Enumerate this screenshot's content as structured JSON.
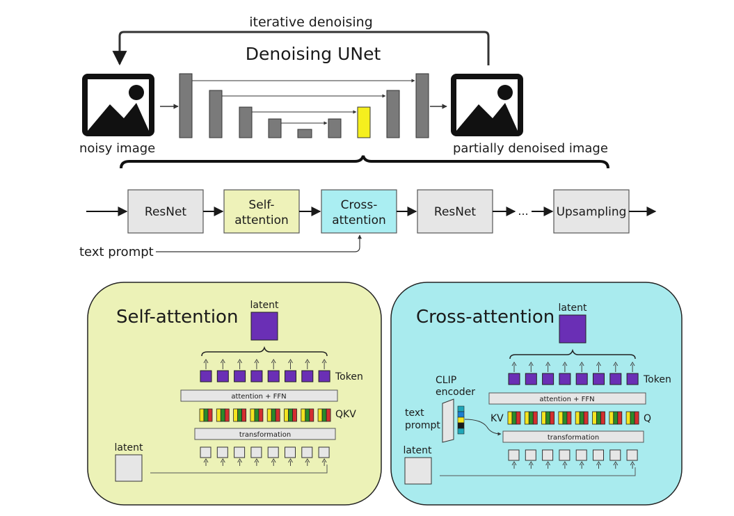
{
  "top": {
    "loop_label": "iterative denoising",
    "unet_title": "Denoising UNet",
    "input_label": "noisy image",
    "output_label": "partially denoised image"
  },
  "pipeline": {
    "blocks": [
      {
        "key": "resnet1",
        "lines": [
          "ResNet"
        ],
        "fill": "#e6e6e6"
      },
      {
        "key": "self",
        "lines": [
          "Self-",
          "attention"
        ],
        "fill": "#eef2b9"
      },
      {
        "key": "cross",
        "lines": [
          "Cross-",
          "attention"
        ],
        "fill": "#aaeef2"
      },
      {
        "key": "resnet2",
        "lines": [
          "ResNet"
        ],
        "fill": "#e6e6e6"
      },
      {
        "key": "up",
        "lines": [
          "Upsampling"
        ],
        "fill": "#e6e6e6"
      }
    ],
    "ellipsis": "...",
    "text_prompt": "text prompt"
  },
  "self_panel": {
    "title": "Self-attention",
    "latent_top": "latent",
    "latent_bottom": "latent",
    "token_label": "Token",
    "qkv_label": "QKV",
    "attention_bar": "attention + FFN",
    "transform_bar": "transformation",
    "fill": "#ecf2b7"
  },
  "cross_panel": {
    "title": "Cross-attention",
    "latent_top": "latent",
    "latent_bottom": "latent",
    "token_label": "Token",
    "kv_label": "KV",
    "q_label": "Q",
    "attention_bar": "attention + FFN",
    "transform_bar": "transformation",
    "clip_line1": "CLIP",
    "clip_line2": "encoder",
    "prompt_line1": "text",
    "prompt_line2": "prompt",
    "fill": "#a9ebee"
  },
  "colors": {
    "token": "#6a2fb5",
    "unet_bar": "#7a7a7a",
    "unet_highlight": "#f5ef1e",
    "qkv": [
      "#f3e420",
      "#2a8b2a",
      "#d32f2f"
    ],
    "clip_cells": [
      "#1fa6b8",
      "#1b7fd1",
      "#f3e420",
      "#1a1a1a",
      "#1fa6b8"
    ]
  },
  "icons": [
    "image-icon"
  ]
}
